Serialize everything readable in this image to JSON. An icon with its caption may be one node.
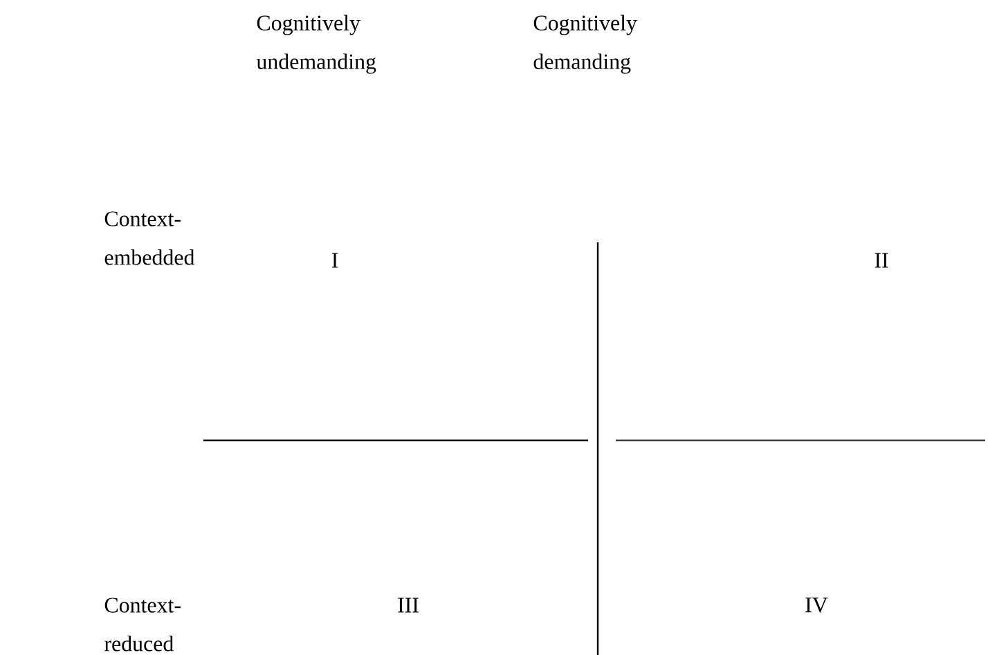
{
  "diagram": {
    "labels": [
      "Cognitively undemanding",
      "Cognitively demanding",
      "Context-embedded",
      "I",
      "II",
      "Context-reduced",
      "III",
      "IV"
    ]
  }
}
